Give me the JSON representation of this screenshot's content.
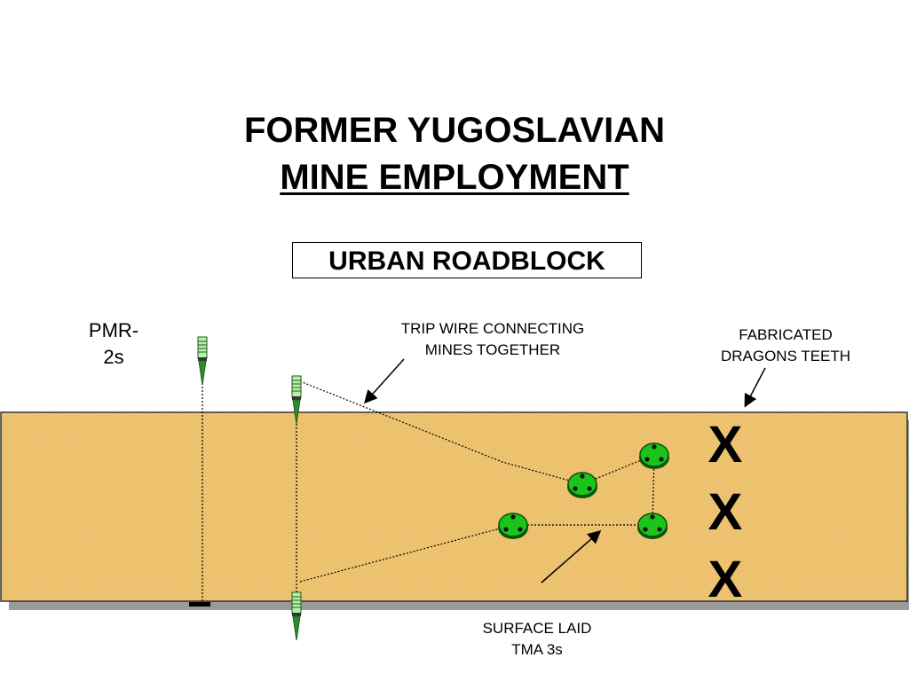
{
  "title": {
    "line1": "FORMER YUGOSLAVIAN",
    "line2": "MINE EMPLOYMENT"
  },
  "subtitle": "URBAN ROADBLOCK",
  "labels": {
    "pmr": "PMR-\n2s",
    "trip_wire": "TRIP WIRE CONNECTING\nMINES TOGETHER",
    "dragons_teeth": "FABRICATED\nDRAGONS TEETH",
    "tma": "SURFACE LAID\nTMA 3s"
  },
  "dragons_teeth_marks": [
    "X",
    "X",
    "X"
  ],
  "colors": {
    "road": "#F2C877",
    "road_dots": "#D9A94E",
    "road_shadow": "#9A9A9A",
    "mine_green": "#1BC41B",
    "stake_green": "#2E8B2E"
  },
  "icons": {
    "pmr_mine": "stake-mine-icon",
    "tma_mine": "round-mine-icon"
  }
}
